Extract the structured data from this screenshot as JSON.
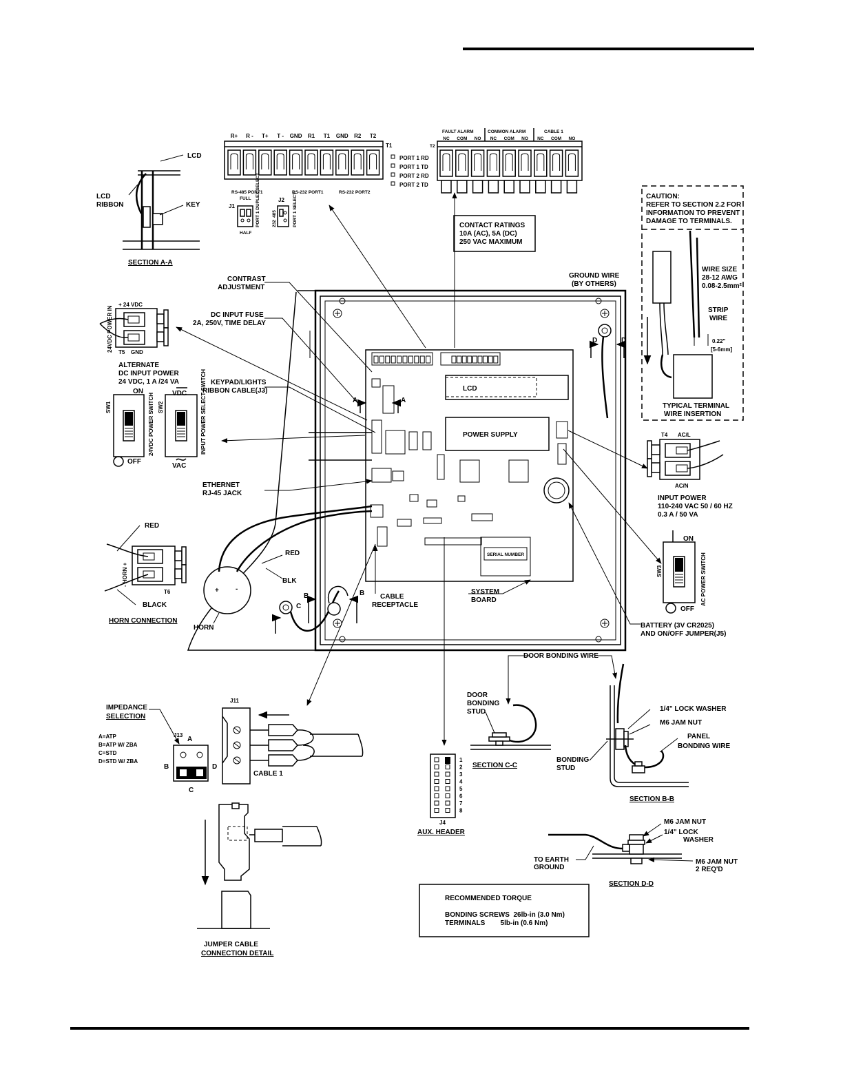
{
  "labels": {
    "lcd": "LCD",
    "lcd_ribbon_1": "LCD",
    "lcd_ribbon_2": "RIBBON",
    "key": "KEY",
    "section_aa": "SECTION A-A",
    "t1_headers": [
      "R+",
      "R -",
      "T+",
      "T -",
      "GND",
      "R1",
      "T1",
      "GND",
      "R2",
      "T2"
    ],
    "t1": "T1",
    "t2": "T2",
    "port_leds": [
      "PORT 1 RD",
      "PORT 1 TD",
      "PORT 2 RD",
      "PORT 2 TD"
    ],
    "rs485": "RS-485 PORT1",
    "rs232_p1": "RS-232 PORT1",
    "rs232_p2": "RS-232 PORT2",
    "j1": "J1",
    "j1_full": "FULL",
    "j1_half": "HALF",
    "j1_duplex": "PORT 1 DUPLEX SELECT",
    "j2": "J2",
    "j2_232": "232",
    "j2_485": "485",
    "j2_port": "PORT 1 SELECT",
    "t2_groups": [
      "FAULT ALARM",
      "COMMON ALARM",
      "CABLE 1"
    ],
    "t2_headers": [
      "NC",
      "COM",
      "NO",
      "NC",
      "COM",
      "NO",
      "NC",
      "COM",
      "NO"
    ],
    "contact_ratings": [
      "CONTACT RATINGS",
      "10A (AC), 5A (DC)",
      "250 VAC MAXIMUM"
    ],
    "caution": [
      "CAUTION:",
      "REFER TO SECTION 2.2 FOR",
      "INFORMATION TO PREVENT",
      "DAMAGE TO TERMINALS."
    ],
    "wire_size": [
      "WIRE SIZE",
      "28-12 AWG",
      "0.08-2.5mm²"
    ],
    "strip_wire": [
      "STRIP",
      "WIRE"
    ],
    "strip_len": [
      "0.22\"",
      "[5-6mm]"
    ],
    "typical_insertion": [
      "TYPICAL TERMINAL",
      "WIRE INSERTION"
    ],
    "contrast": [
      "CONTRAST",
      "ADJUSTMENT"
    ],
    "ground_wire": [
      "GROUND WIRE",
      "(BY OTHERS)"
    ],
    "dc_fuse": [
      "DC INPUT FUSE",
      "2A, 250V, TIME DELAY"
    ],
    "v24_power_in": "24VDC POWER IN",
    "plus_24vdc": "+ 24 VDC",
    "t5": "T5",
    "gnd": "GND",
    "alt_dc": [
      "ALTERNATE",
      "DC INPUT POWER",
      "24 VDC, 1 A /24 VA"
    ],
    "keypad_ribbon": [
      "KEYPAD/LIGHTS",
      "RIBBON CABLE(J3)"
    ],
    "sw1": "SW1",
    "on": "ON",
    "off": "OFF",
    "sw1_label": "24VDC POWER SWITCH",
    "sw2": "SW2",
    "vdc": "VDC",
    "vac": "VAC",
    "sw2_label": "INPUT POWER SELECT SWITCH",
    "board_lcd": "LCD",
    "power_supply": "POWER SUPPLY",
    "t4": "T4",
    "acl": "AC/L",
    "acn": "AC/N",
    "input_power": [
      "INPUT POWER",
      "110-240 VAC 50 / 60 HZ",
      "0.3 A / 50 VA"
    ],
    "ethernet": [
      "ETHERNET",
      "RJ-45 JACK"
    ],
    "red": "RED",
    "blk": "BLK",
    "black": "BLACK",
    "horn_pm": "- HORN +",
    "t6": "T6",
    "horn_connection": "HORN CONNECTION",
    "horn": "HORN",
    "cable_receptacle": [
      "CABLE",
      "RECEPTACLE"
    ],
    "system_board": [
      "SYSTEM",
      "BOARD"
    ],
    "sw3": "SW3",
    "sw3_label": "AC POWER SWITCH",
    "battery": [
      "BATTERY (3V CR2025)",
      "AND ON/OFF JUMPER(J5)"
    ],
    "door_bonding_wire": "DOOR BONDING WIRE",
    "door_bonding_stud": [
      "DOOR",
      "BONDING",
      "STUD"
    ],
    "section_cc": "SECTION C-C",
    "lock_washer": "1/4\" LOCK WASHER",
    "m6_jam_nut": "M6 JAM NUT",
    "panel_bonding_wire": [
      "PANEL",
      "BONDING WIRE"
    ],
    "bonding_stud": [
      "BONDING",
      "STUD"
    ],
    "section_bb": "SECTION B-B",
    "impedance": [
      "IMPEDANCE",
      "SELECTION"
    ],
    "imp_options": [
      "A=ATP",
      "B=ATP W/ ZBA",
      "C=STD",
      "D=STD W/ ZBA"
    ],
    "j13": "J13",
    "j11": "J11",
    "a": "A",
    "b": "B",
    "c": "C",
    "d": "D",
    "cable1": "CABLE 1",
    "j4_pins": [
      "1",
      "2",
      "3",
      "4",
      "5",
      "6",
      "7",
      "8"
    ],
    "j4": "J4",
    "aux_header": "AUX. HEADER",
    "sd_m6_1": "M6 JAM NUT",
    "sd_lock": [
      "1/4\" LOCK",
      "WASHER"
    ],
    "sd_m6_2": [
      "M6 JAM NUT",
      "2 REQ'D"
    ],
    "earth_ground": [
      "TO EARTH",
      "GROUND"
    ],
    "section_dd": "SECTION D-D",
    "torque_title": "RECOMMENDED TORQUE",
    "torque_bonding": "BONDING SCREWS  26lb-in (3.0 Nm)",
    "torque_terminals": "TERMINALS        5lb-in (0.6 Nm)",
    "jumper_detail": [
      "JUMPER CABLE",
      "CONNECTION DETAIL"
    ],
    "serial_number": "SERIAL NUMBER"
  }
}
